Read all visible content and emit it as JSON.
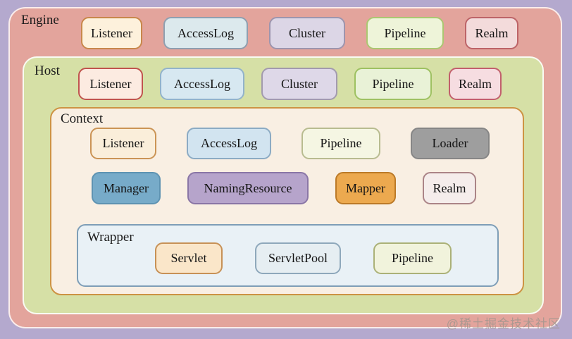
{
  "page": {
    "watermark": "@稀土掘金技术社区",
    "background_color": "#b4a9ce"
  },
  "containers": {
    "engine": {
      "label": "Engine",
      "bg": "#e3a49c"
    },
    "host": {
      "label": "Host",
      "bg": "#d6e0a6"
    },
    "context": {
      "label": "Context",
      "bg": "#f9efe3",
      "border": "#cd9343"
    },
    "wrapper": {
      "label": "Wrapper",
      "bg": "#e9f1f6",
      "border": "#7e9eb7"
    }
  },
  "nodes": {
    "engine_row": [
      {
        "label": "Listener",
        "bg": "#fdf1dc",
        "border": "#c8874b"
      },
      {
        "label": "AccessLog",
        "bg": "#dce9ed",
        "border": "#8f9fb0"
      },
      {
        "label": "Cluster",
        "bg": "#dcd6e6",
        "border": "#9d95ae"
      },
      {
        "label": "Pipeline",
        "bg": "#eef4d9",
        "border": "#abc771"
      },
      {
        "label": "Realm",
        "bg": "#f3dbdb",
        "border": "#bd6468"
      }
    ],
    "host_row": [
      {
        "label": "Listener",
        "bg": "#fcebe1",
        "border": "#c0544e"
      },
      {
        "label": "AccessLog",
        "bg": "#d7e8f1",
        "border": "#92b3cb"
      },
      {
        "label": "Cluster",
        "bg": "#ded8e8",
        "border": "#a29aae"
      },
      {
        "label": "Pipeline",
        "bg": "#e9f2d7",
        "border": "#9ec162"
      },
      {
        "label": "Realm",
        "bg": "#f6dde1",
        "border": "#c25f6d"
      }
    ],
    "context_row1": [
      {
        "label": "Listener",
        "bg": "#faeeda",
        "border": "#cb9455"
      },
      {
        "label": "AccessLog",
        "bg": "#d2e4f0",
        "border": "#8cabc4"
      },
      {
        "label": "Pipeline",
        "bg": "#f5f6e3",
        "border": "#b8bc90"
      },
      {
        "label": "Loader",
        "bg": "#9e9e9e",
        "border": "#868686"
      }
    ],
    "context_row2": [
      {
        "label": "Manager",
        "bg": "#77abc9",
        "border": "#5e93b2"
      },
      {
        "label": "NamingResource",
        "bg": "#b6a4cb",
        "border": "#8a76a6"
      },
      {
        "label": "Mapper",
        "bg": "#eca94f",
        "border": "#bc7a28"
      },
      {
        "label": "Realm",
        "bg": "#f5edeb",
        "border": "#ab8487"
      }
    ],
    "wrapper_row": [
      {
        "label": "Servlet",
        "bg": "#fae6c9",
        "border": "#c79156"
      },
      {
        "label": "ServletPool",
        "bg": "#e6eef2",
        "border": "#8ea8bb"
      },
      {
        "label": "Pipeline",
        "bg": "#f1f3dc",
        "border": "#abb177"
      }
    ]
  }
}
